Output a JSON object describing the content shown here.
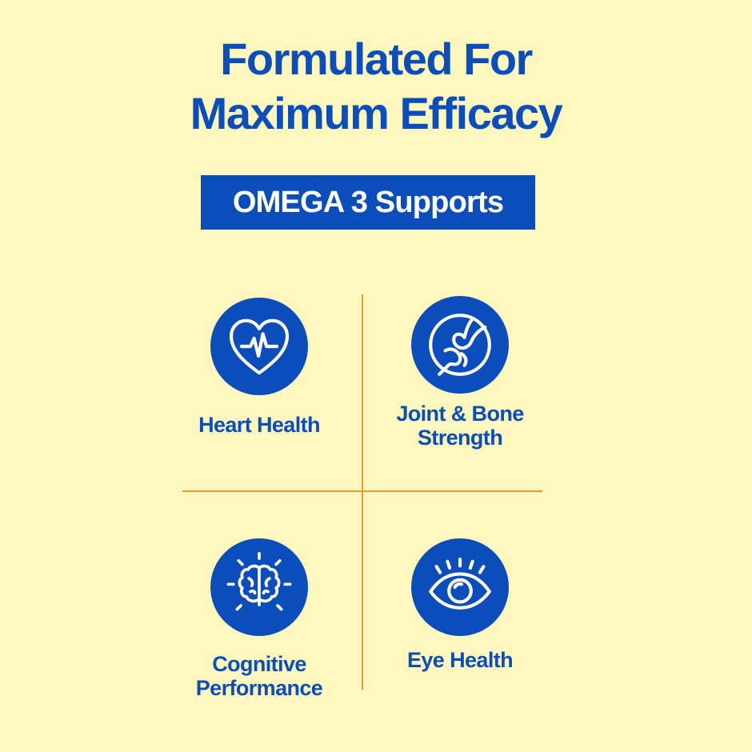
{
  "headline": {
    "line1": "Formulated For",
    "line2": "Maximum Efficacy"
  },
  "banner": {
    "label": "OMEGA 3 Supports"
  },
  "benefits": [
    {
      "icon": "heart-pulse-icon",
      "line1": "Heart Health",
      "line2": ""
    },
    {
      "icon": "joint-bone-icon",
      "line1": "Joint & Bone",
      "line2": "Strength"
    },
    {
      "icon": "brain-icon",
      "line1": "Cognitive",
      "line2": "Performance"
    },
    {
      "icon": "eye-icon",
      "line1": "Eye Health",
      "line2": ""
    }
  ],
  "colors": {
    "background": "#FFF8BE",
    "primary": "#0B4DBA",
    "divider": "#F39A2F",
    "banner_text": "#FFFFFF"
  }
}
